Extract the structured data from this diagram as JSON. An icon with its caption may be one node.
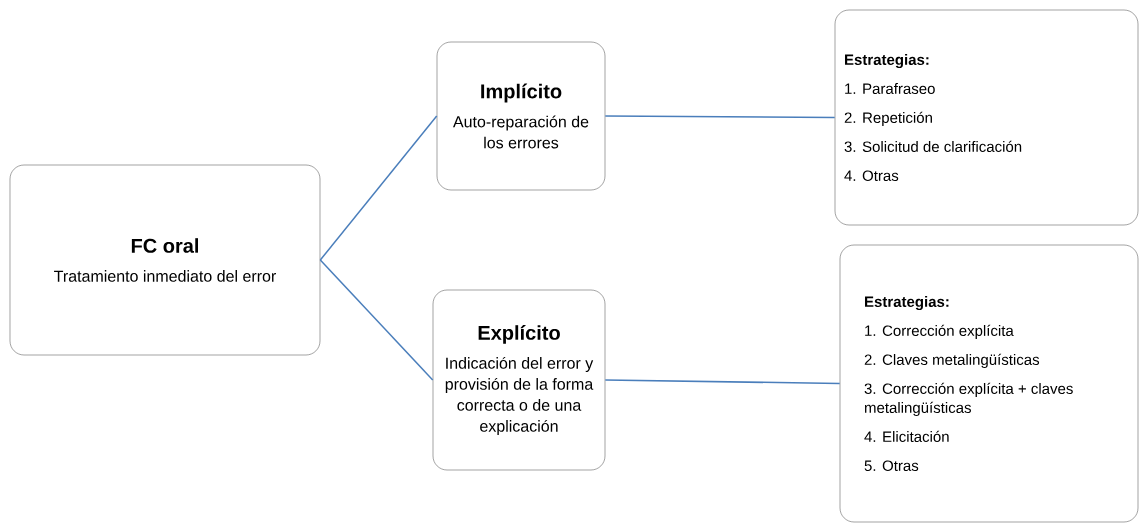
{
  "diagram": {
    "nodes": [
      {
        "text": [
          "FC oral",
          "Tratamiento inmediato del error"
        ]
      },
      {
        "text": [
          "Implícito",
          "Auto-reparación de los errores"
        ]
      },
      {
        "text": [
          "Estrategias:",
          "1. Parafraseo",
          "2. Repetición",
          "3. Solicitud de clarificación",
          "4. Otras"
        ]
      },
      {
        "text": [
          "Explícito",
          "Indicación del error y provisión de la forma correcta o de una explicación"
        ]
      },
      {
        "text": [
          "Estrategias:",
          "1. Corrección explícita",
          "2. Claves metalingüísticas",
          "3. Corrección explícita + claves metalingüísticas",
          "4. Elicitación",
          "5. Otras"
        ]
      }
    ],
    "edges": [
      {
        "from": 0,
        "to": 1,
        "arrow": "none"
      },
      {
        "from": 0,
        "to": 3,
        "arrow": "none"
      },
      {
        "from": 1,
        "to": 2,
        "arrow": "none"
      },
      {
        "from": 3,
        "to": 4,
        "arrow": "none"
      }
    ]
  }
}
